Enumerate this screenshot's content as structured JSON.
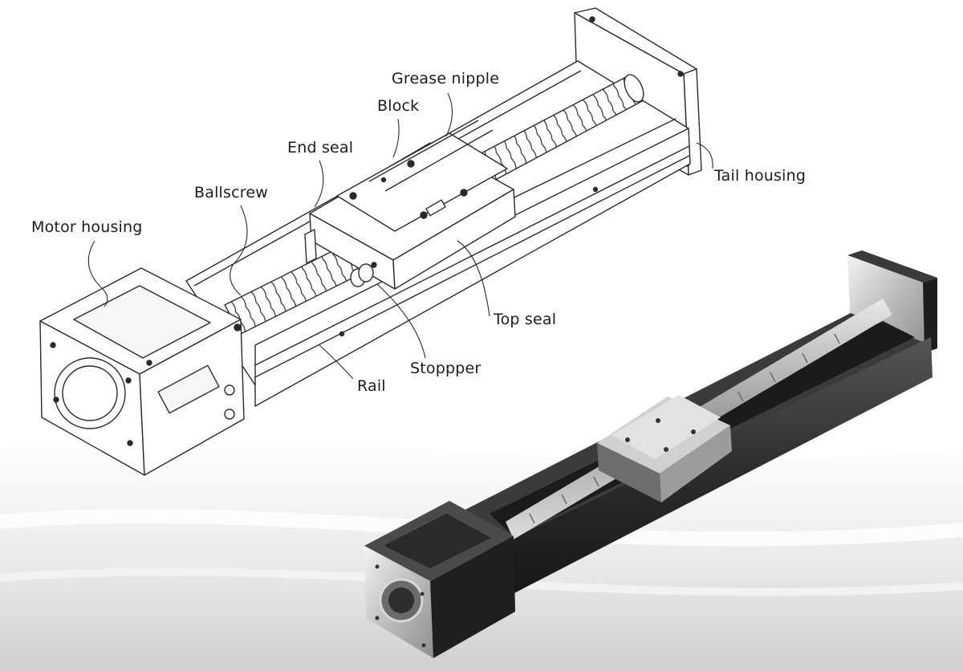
{
  "labels": {
    "motor_housing": "Motor housing",
    "ballscrew": "Ballscrew",
    "end_seal": "End seal",
    "block": "Block",
    "grease_nipple": "Grease nipple",
    "tail_housing": "Tail housing",
    "top_seal": "Top seal",
    "stopper": "Stoppper",
    "rail": "Rail"
  },
  "colors": {
    "line": "#2a2a2a",
    "text": "#1c1c1c",
    "photo_dark": "#2b2b2b",
    "photo_metal": "#c9c9c9"
  }
}
